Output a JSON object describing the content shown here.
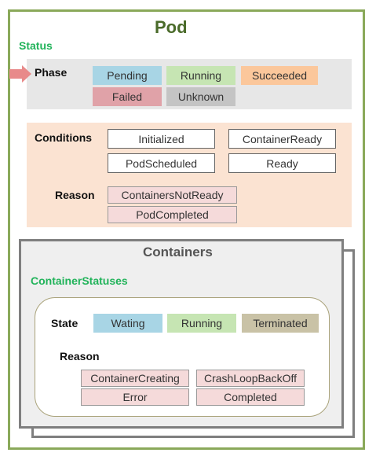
{
  "pod": {
    "title": "Pod",
    "status_label": "Status",
    "phase": {
      "label": "Phase",
      "values": [
        "Pending",
        "Running",
        "Succeeded",
        "Failed",
        "Unknown"
      ],
      "colors": {
        "Pending": "#a8d5e5",
        "Running": "#c6e5b3",
        "Succeeded": "#fbc79b",
        "Failed": "#e0a2a8",
        "Unknown": "#c4c4c4"
      }
    },
    "conditions": {
      "label": "Conditions",
      "values": [
        "Initialized",
        "ContainerReady",
        "PodScheduled",
        "Ready"
      ]
    },
    "reason": {
      "label": "Reason",
      "values": [
        "ContainersNotReady",
        "PodCompleted"
      ]
    }
  },
  "containers": {
    "title": "Containers",
    "statuses_label": "ContainerStatuses",
    "state": {
      "label": "State",
      "values": [
        "Wating",
        "Running",
        "Terminated"
      ],
      "colors": {
        "Wating": "#a8d5e5",
        "Running": "#c6e5b3",
        "Terminated": "#c9c2a6"
      }
    },
    "reason": {
      "label": "Reason",
      "values": [
        "ContainerCreating",
        "CrashLoopBackOff",
        "Error",
        "Completed"
      ]
    }
  }
}
